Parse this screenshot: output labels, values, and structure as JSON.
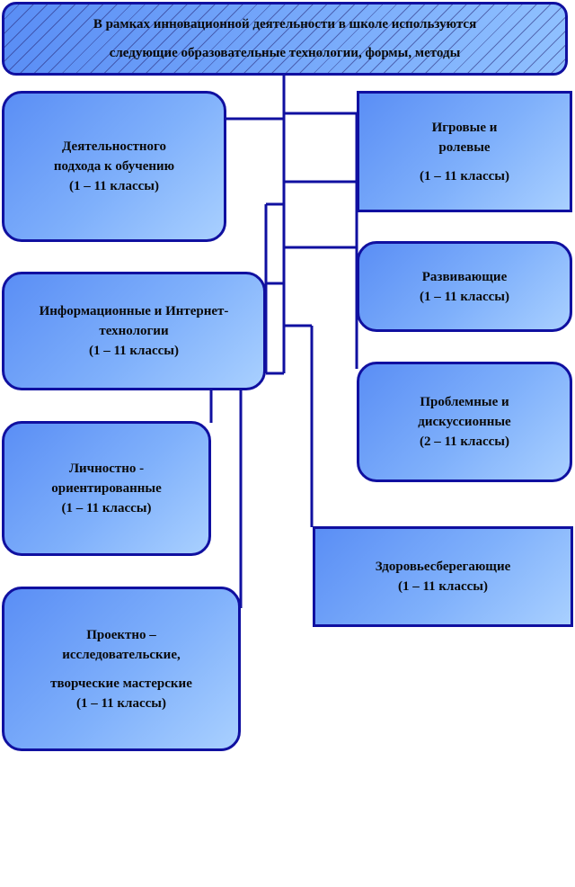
{
  "header": {
    "line1": "В рамках инновационной деятельности в школе используются",
    "line2": "следующие образовательные технологии, формы, методы"
  },
  "boxes": {
    "activity": {
      "line1": "Деятельностного",
      "line2": "подхода к обучению",
      "line3": "(1 – 11 классы)"
    },
    "info": {
      "line1": "Информационные и Интернет-",
      "line2": "технологии",
      "line3": "(1 – 11 классы)"
    },
    "personal": {
      "line1": "Личностно -",
      "line2": "ориентированные",
      "line3": "(1 – 11 классы)"
    },
    "project": {
      "line1": "Проектно –",
      "line2": "исследовательские,",
      "line3": "творческие мастерские",
      "line4": "(1 – 11 классы)"
    },
    "games": {
      "line1": "Игровые и",
      "line2": "ролевые",
      "line3": "(1 – 11 классы)"
    },
    "developing": {
      "line1": "Развивающие",
      "line2": "(1 – 11 классы)"
    },
    "problem": {
      "line1": "Проблемные и",
      "line2": "дискуссионные",
      "line3": "(2 – 11 классы)"
    },
    "health": {
      "line1": "Здоровьесберегающие",
      "line2": "(1 – 11 классы)"
    }
  },
  "colors": {
    "border": "#1010a0",
    "fill_start": "#5a8ef5",
    "fill_end": "#a9d0ff"
  }
}
